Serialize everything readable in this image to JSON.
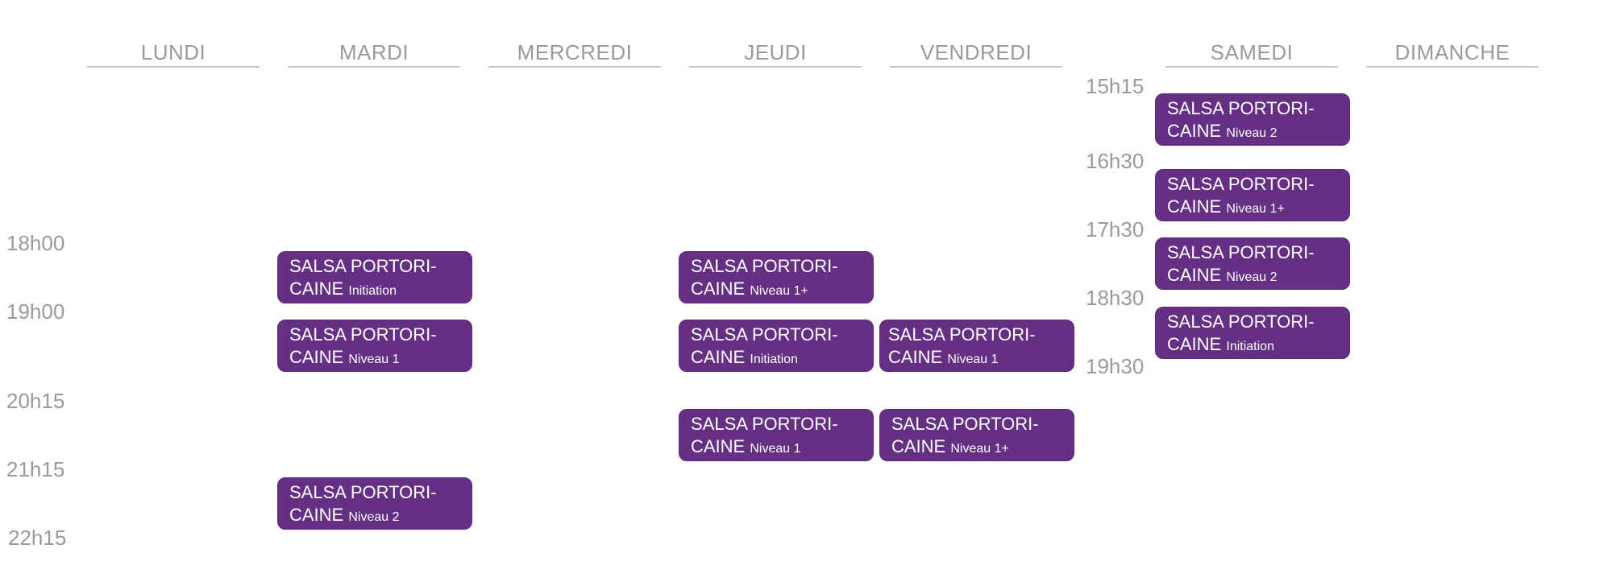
{
  "days": [
    "LUNDI",
    "MARDI",
    "MERCREDI",
    "JEUDI",
    "VENDREDI",
    "SAMEDI",
    "DIMANCHE"
  ],
  "weekday_times": [
    "18h00",
    "19h00",
    "20h15",
    "21h15",
    "22h15"
  ],
  "saturday_times": [
    "15h15",
    "16h30",
    "17h30",
    "18h30",
    "19h30"
  ],
  "class_name_line1": "SALSA PORTORI-",
  "class_name_line2": "CAINE",
  "levels": {
    "initiation": "Initiation",
    "niveau1": "Niveau 1",
    "niveau1plus": "Niveau 1+",
    "niveau2": "Niveau 2"
  },
  "classes": [
    {
      "day": "MARDI",
      "time": "18h00",
      "level": "Initiation"
    },
    {
      "day": "MARDI",
      "time": "19h00",
      "level": "Niveau 1"
    },
    {
      "day": "MARDI",
      "time": "21h15",
      "level": "Niveau 2"
    },
    {
      "day": "JEUDI",
      "time": "18h00",
      "level": "Niveau 1+"
    },
    {
      "day": "JEUDI",
      "time": "19h00",
      "level": "Initiation"
    },
    {
      "day": "JEUDI",
      "time": "20h15",
      "level": "Niveau 1"
    },
    {
      "day": "VENDREDI",
      "time": "19h00",
      "level": "Niveau 1"
    },
    {
      "day": "VENDREDI",
      "time": "20h15",
      "level": "Niveau 1+"
    },
    {
      "day": "SAMEDI",
      "time": "15h15",
      "level": "Niveau 2"
    },
    {
      "day": "SAMEDI",
      "time": "16h30",
      "level": "Niveau 1+"
    },
    {
      "day": "SAMEDI",
      "time": "17h30",
      "level": "Niveau 2"
    },
    {
      "day": "SAMEDI",
      "time": "18h30",
      "level": "Initiation"
    }
  ],
  "colors": {
    "block": "#652f84",
    "header_text": "#9a9a9a",
    "header_rule": "#c9c9c9"
  }
}
